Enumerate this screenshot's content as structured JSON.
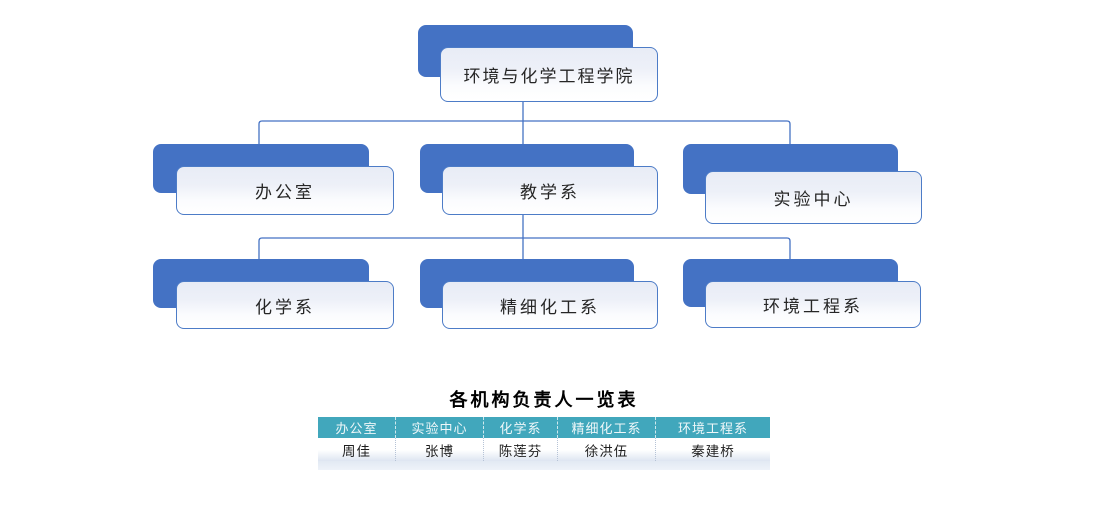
{
  "org_chart": {
    "root": {
      "label": "环境与化学工程学院"
    },
    "level2": [
      {
        "label": "办公室"
      },
      {
        "label": "教学系"
      },
      {
        "label": "实验中心"
      }
    ],
    "level3": [
      {
        "label": "化学系"
      },
      {
        "label": "精细化工系"
      },
      {
        "label": "环境工程系"
      }
    ]
  },
  "table": {
    "title": "各机构负责人一览表",
    "headers": [
      "办公室",
      "实验中心",
      "化学系",
      "精细化工系",
      "环境工程系"
    ],
    "rows": [
      [
        "周佳",
        "张博",
        "陈莲芬",
        "徐洪伍",
        "秦建桥"
      ]
    ]
  },
  "colors": {
    "node_accent_blue": "#4472c4",
    "node_border_blue": "#4d7cc7",
    "connector_blue": "#4472c4",
    "table_header_teal": "#41a7bc",
    "table_header_text": "#eef7f9",
    "page_background": "#ffffff"
  }
}
